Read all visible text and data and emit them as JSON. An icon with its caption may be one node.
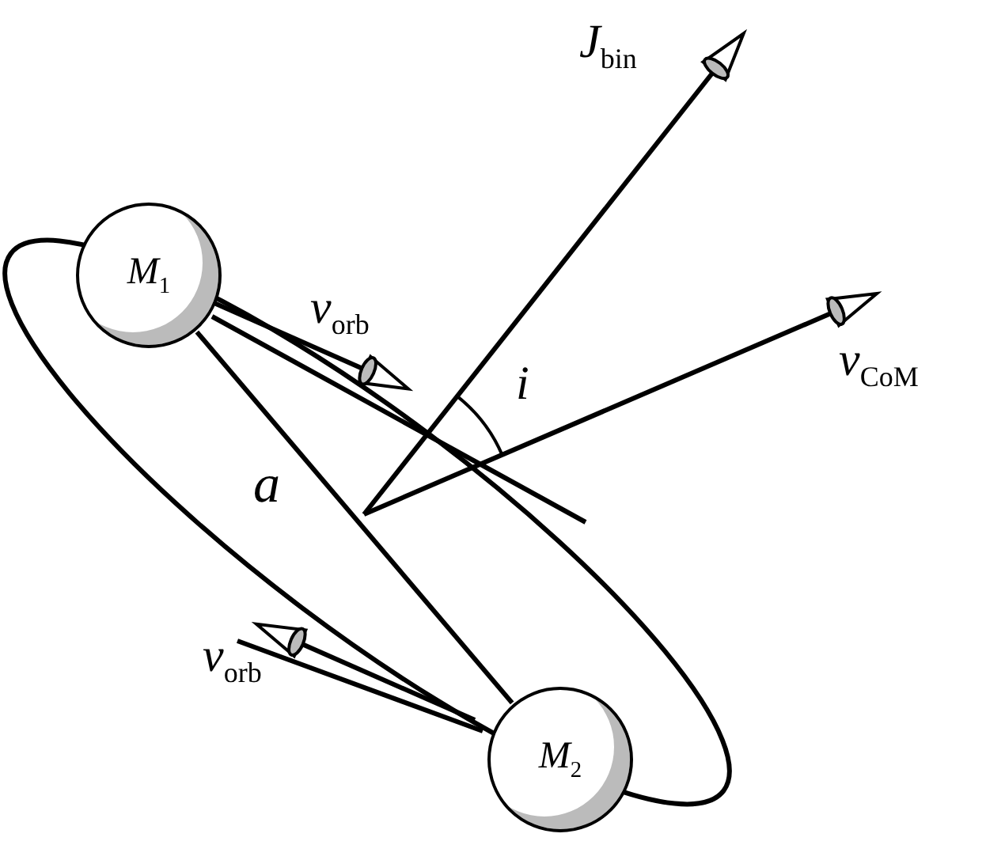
{
  "diagram": {
    "nodes": [
      {
        "text": [
          "*M*$_{1}$"
        ]
      },
      {
        "text": [
          "*M*$_{2}$"
        ]
      }
    ],
    "edges": [
      {
        "from": 0,
        "to": 1,
        "arrow": "none",
        "label": "a"
      }
    ],
    "labels": [
      "*J*$_{bin}$",
      "*v*$_{orb}$",
      "*i*",
      "*v*$_{CoM}$",
      "*v*$_{orb}$"
    ]
  }
}
